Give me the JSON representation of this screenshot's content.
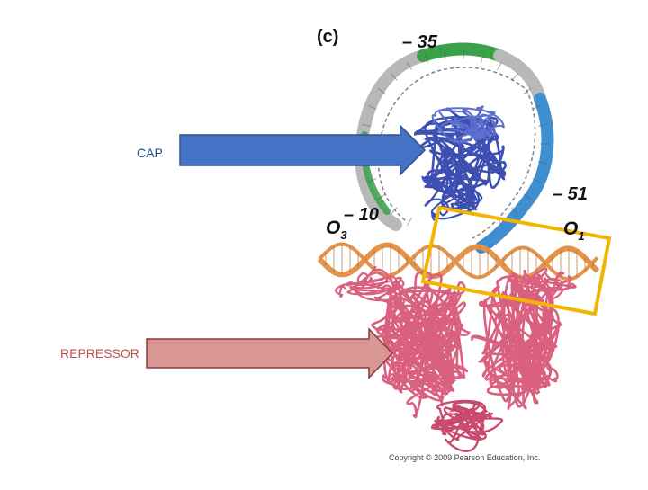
{
  "panel_label": "(c)",
  "labels": {
    "minus35": "– 35",
    "minus51": "– 51",
    "minus10": "– 10",
    "o3_main": "O",
    "o3_sub": "3",
    "o1_main": "O",
    "o1_sub": "1"
  },
  "arrows": {
    "cap": {
      "label": "CAP",
      "color": "#4472c4",
      "label_color": "#1f4e8c"
    },
    "repressor": {
      "label": "REPRESSOR",
      "color": "#d99694",
      "label_color": "#c0504d"
    }
  },
  "highlight_box_color": "#f2b600",
  "copyright": "Copyright © 2009 Pearson Education, Inc.",
  "colors": {
    "dna_gray": "#b8b8b8",
    "dna_green": "#3aa14a",
    "dna_blue": "#3f8fd0",
    "dna_orange": "#e3934a",
    "cap_protein": "#3d4fb0",
    "repressor_protein": "#d9607f"
  }
}
